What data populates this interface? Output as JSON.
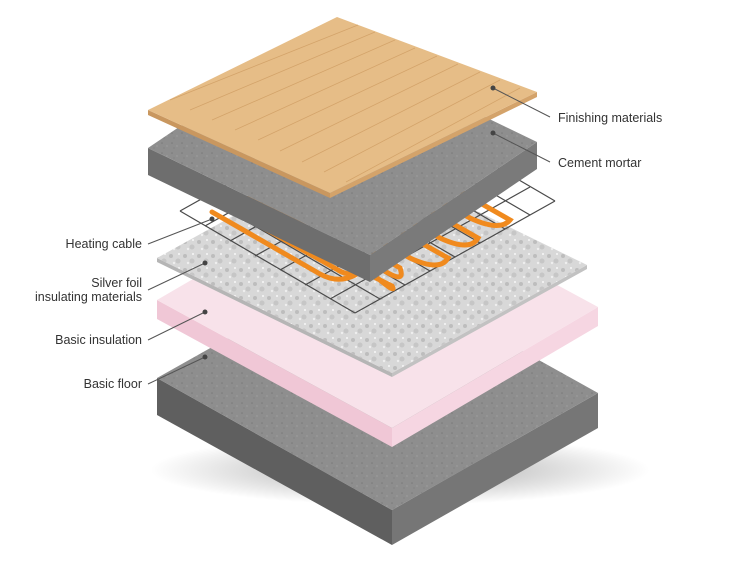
{
  "labels": {
    "finishing": "Finishing materials",
    "cement": "Cement mortar",
    "heating": "Heating cable",
    "silver_line1": "Silver foil",
    "silver_line2": "insulating materials",
    "basic_insulation": "Basic insulation",
    "basic_floor": "Basic floor"
  },
  "colors": {
    "wood": "#e3b880",
    "wood_grain": "#c89560",
    "concrete_top": "#8f8f8f",
    "concrete_side": "#6d6d6d",
    "foam_top": "#f7dfe8",
    "foam_side": "#f0c9d8",
    "foil": "#d4d4d4",
    "cable": "#f08a1e",
    "mesh": "#4a4a4a",
    "leader": "#555555"
  }
}
